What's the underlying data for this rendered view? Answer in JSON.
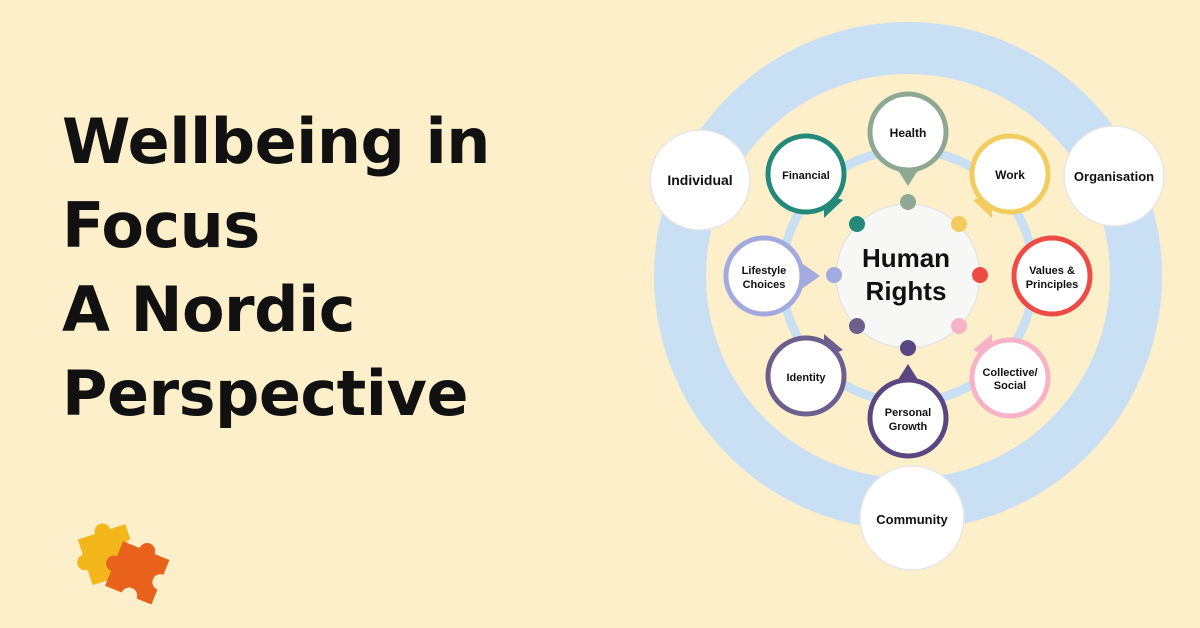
{
  "title": {
    "line1": "Wellbeing in",
    "line2": "Focus",
    "line3": "A Nordic",
    "line4": "Perspective"
  },
  "diagram": {
    "center": {
      "line1": "Human",
      "line2": "Rights"
    },
    "outer": {
      "individual": "Individual",
      "organisation": "Organisation",
      "community": "Community"
    },
    "segments": {
      "health": {
        "line1": "Health",
        "color": "#8fa894"
      },
      "work": {
        "line1": "Work",
        "color": "#f2cc5e"
      },
      "values": {
        "line1": "Values &",
        "line2": "Principles",
        "color": "#ee4a46"
      },
      "collective": {
        "line1": "Collective/",
        "line2": "Social",
        "color": "#f7b3c5"
      },
      "growth": {
        "line1": "Personal",
        "line2": "Growth",
        "color": "#5a4680"
      },
      "identity": {
        "line1": "Identity",
        "color": "#6c5f8d"
      },
      "lifestyle": {
        "line1": "Lifestyle",
        "line2": "Choices",
        "color": "#a3aae0"
      },
      "financial": {
        "line1": "Financial",
        "color": "#23897a"
      }
    },
    "ring_color": "#c9dff4"
  },
  "logo": {
    "icon": "puzzle-pieces-icon",
    "colors": [
      "#f3b61b",
      "#e8621c"
    ]
  }
}
